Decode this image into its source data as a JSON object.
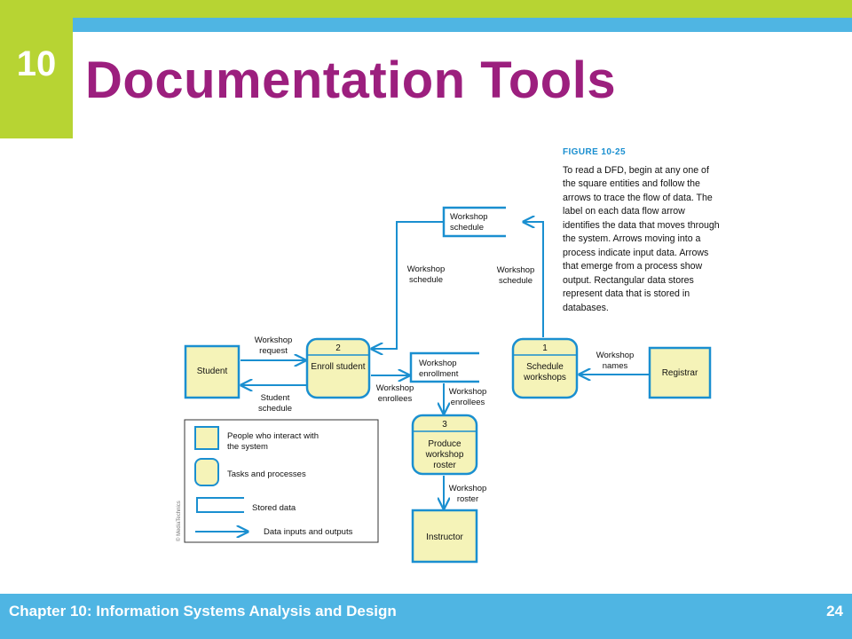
{
  "header": {
    "chapter_number": "10",
    "title": "Documentation Tools"
  },
  "caption": {
    "figure_label": "FIGURE 10-25",
    "text": "To read a DFD, begin at any one of the square entities and follow the arrows to trace the flow of data. The label on each data flow arrow identifies the data that moves through the system. Arrows moving into a process indicate input data. Arrows that emerge from a process show output. Rectangular data stores represent data that is stored in databases."
  },
  "diagram": {
    "entities": {
      "student": "Student",
      "registrar": "Registrar",
      "instructor": "Instructor"
    },
    "processes": {
      "p1_number": "1",
      "p1_line1": "Schedule",
      "p1_line2": "workshops",
      "p2_number": "2",
      "p2_line1": "Enroll student",
      "p3_number": "3",
      "p3_line1": "Produce",
      "p3_line2": "workshop",
      "p3_line3": "roster"
    },
    "stores": {
      "schedule_line1": "Workshop",
      "schedule_line2": "schedule",
      "enrollment_line1": "Workshop",
      "enrollment_line2": "enrollment"
    },
    "flows": {
      "request_1": "Workshop",
      "request_2": "request",
      "student_schedule_1": "Student",
      "student_schedule_2": "schedule",
      "sched_left_1": "Workshop",
      "sched_left_2": "schedule",
      "sched_right_1": "Workshop",
      "sched_right_2": "schedule",
      "names_1": "Workshop",
      "names_2": "names",
      "enrollees_a_1": "Workshop",
      "enrollees_a_2": "enrollees",
      "enrollees_b_1": "Workshop",
      "enrollees_b_2": "enrollees",
      "roster_1": "Workshop",
      "roster_2": "roster"
    },
    "legend": {
      "entity_1": "People who interact with",
      "entity_2": "the system",
      "process": "Tasks and processes",
      "store": "Stored data",
      "flow": "Data inputs and outputs"
    },
    "credit": "© MediaTechnics"
  },
  "footer": {
    "text": "Chapter 10: Information Systems Analysis and Design",
    "page": "24"
  },
  "colors": {
    "accent_green": "#b7d433",
    "accent_blue": "#4fb5e3",
    "title": "#9c1f7e",
    "shape_fill": "#f5f3b8",
    "arrow": "#1a8fd0"
  }
}
